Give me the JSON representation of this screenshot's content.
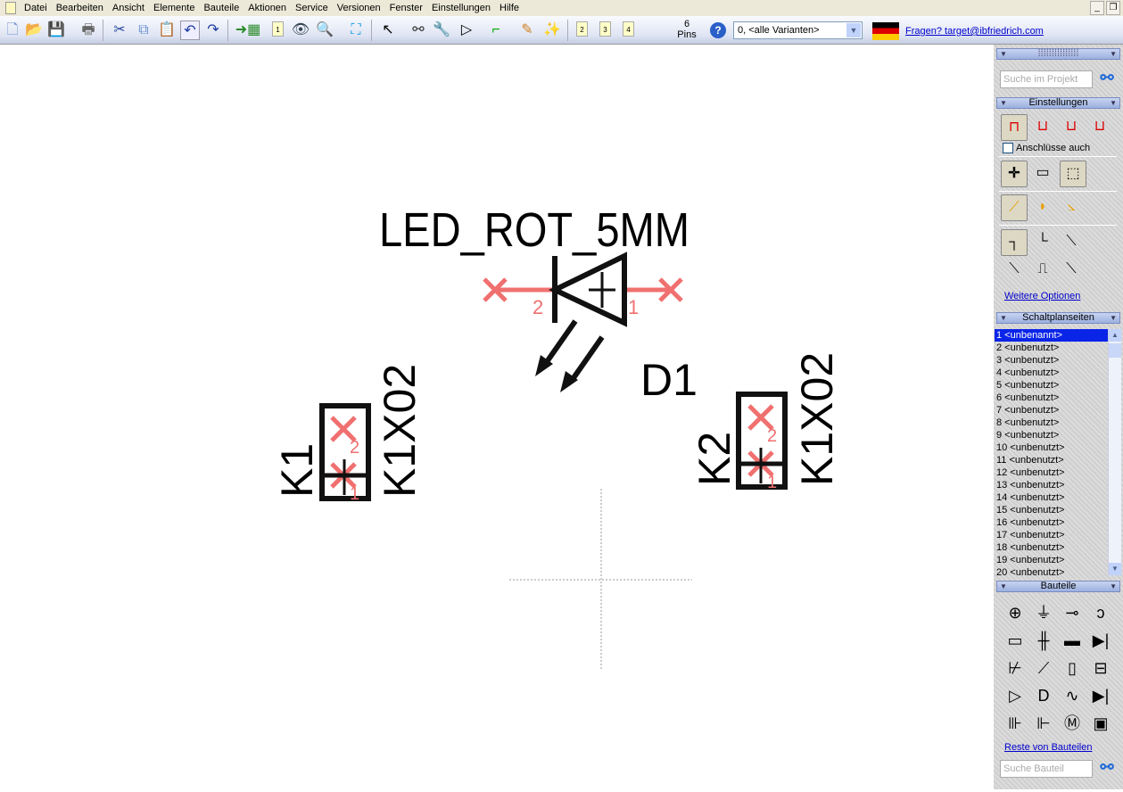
{
  "menu": [
    "Datei",
    "Bearbeiten",
    "Ansicht",
    "Elemente",
    "Bauteile",
    "Aktionen",
    "Service",
    "Versionen",
    "Fenster",
    "Einstellungen",
    "Hilfe"
  ],
  "toolbar": {
    "page1": "1",
    "page2": "2",
    "page3": "3",
    "page4": "4",
    "pins_count": "6",
    "pins_label": "Pins",
    "variant": "0, <alle Varianten>",
    "contact": "Fragen? target@ibfriedrich.com"
  },
  "schematic": {
    "led": {
      "value": "LED_ROT_5MM",
      "ref": "D1",
      "pin_left": "2",
      "pin_right": "1"
    },
    "k1": {
      "ref": "K1",
      "value": "K1X02",
      "pin_top": "2",
      "pin_bottom": "1"
    },
    "k2": {
      "ref": "K2",
      "value": "K1X02",
      "pin_top": "2",
      "pin_bottom": "1"
    }
  },
  "sidebar": {
    "search_project_placeholder": "Suche im Projekt",
    "settings_title": "Einstellungen",
    "connections_label": "Anschlüsse auch",
    "more_options": "Weitere Optionen",
    "pages_title": "Schaltplanseiten",
    "pages": [
      "1 <unbenannt>",
      "2 <unbenutzt>",
      "3 <unbenutzt>",
      "4 <unbenutzt>",
      "5 <unbenutzt>",
      "6 <unbenutzt>",
      "7 <unbenutzt>",
      "8 <unbenutzt>",
      "9 <unbenutzt>",
      "10 <unbenutzt>",
      "11 <unbenutzt>",
      "12 <unbenutzt>",
      "13 <unbenutzt>",
      "14 <unbenutzt>",
      "15 <unbenutzt>",
      "16 <unbenutzt>",
      "17 <unbenutzt>",
      "18 <unbenutzt>",
      "19 <unbenutzt>",
      "20 <unbenutzt>"
    ],
    "parts_title": "Bauteile",
    "parts_more": "Reste von Bauteilen",
    "search_part_placeholder": "Suche Bauteil"
  }
}
